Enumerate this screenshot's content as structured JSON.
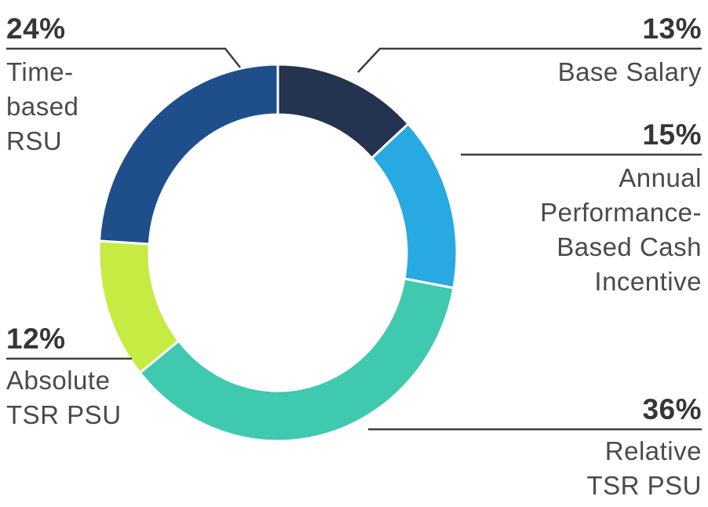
{
  "theme": {
    "background": "#ffffff",
    "pct_text": "#363636",
    "label_text": "#4a4a4a",
    "leader_line": "#3d3d3d",
    "segment_gap": "#ffffff"
  },
  "chart_data": {
    "type": "pie",
    "variant": "donut",
    "title": "",
    "direction": "clockwise",
    "start_angle_deg": 0,
    "legend_position": "callout-labels",
    "segments": [
      {
        "label": "Base Salary",
        "value_pct": 13,
        "color": "#233350"
      },
      {
        "label": "Annual Performance-Based Cash Incentive",
        "value_pct": 15,
        "color": "#29A9E1"
      },
      {
        "label": "Relative TSR PSU",
        "value_pct": 36,
        "color": "#3FC9AE"
      },
      {
        "label": "Absolute TSR PSU",
        "value_pct": 12,
        "color": "#C6EB42"
      },
      {
        "label": "Time-based RSU",
        "value_pct": 24,
        "color": "#1F4F8B"
      }
    ]
  },
  "callouts": {
    "time_based_rsu": {
      "pct": "24%",
      "lines": [
        "Time-",
        "based",
        "RSU"
      ]
    },
    "base_salary": {
      "pct": "13%",
      "lines": [
        "Base Salary"
      ]
    },
    "annual_cash": {
      "pct": "15%",
      "lines": [
        "Annual",
        "Performance-",
        "Based Cash",
        "Incentive"
      ]
    },
    "relative_tsr": {
      "pct": "36%",
      "lines": [
        "Relative",
        "TSR PSU"
      ]
    },
    "absolute_tsr": {
      "pct": "12%",
      "lines": [
        "Absolute",
        "TSR PSU"
      ]
    }
  }
}
